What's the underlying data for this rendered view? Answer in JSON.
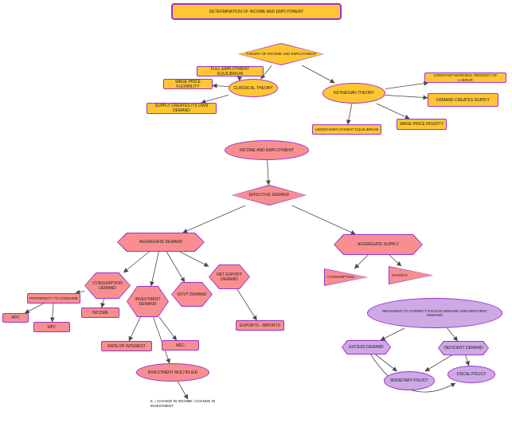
{
  "colors": {
    "orange": "#FFC533",
    "pink": "#F98E90",
    "purple": "#CDA9E6",
    "border": "#9932CC",
    "line": "#4A4A4A"
  },
  "nodes": {
    "title": {
      "label": "DETERMINATION OF INCOME AND EMPLYOMENT"
    },
    "theory": {
      "label": "THEORY OF INCOME AND EMPLOYMENT"
    },
    "full_employment_eq": {
      "label": "FULL EMPLOYMENT EQUILIBRIUM"
    },
    "classical_theory": {
      "label": "CLASSICAL THEORY"
    },
    "wage_price_flexibility": {
      "label": "WAGE PRICE FLEXIBILITY"
    },
    "supply_creates_own_demand": {
      "label": "SUPPLY CREATES ITS OWN DEMAND"
    },
    "keynesian_theory": {
      "label": "KEYNESIAN THEORY"
    },
    "constant_marginal_product": {
      "label": "CONSTANT MARGINAL PRODUCT OF LABOUR"
    },
    "demand_creates_supply": {
      "label": "DEMAND CREATES SUPPLY"
    },
    "wage_price_rigidity": {
      "label": "WAGE PRICE RIGIDITY"
    },
    "under_employment_eq": {
      "label": "UNDER-EMPLOYMENT EQUILIBRIUM"
    },
    "income_and_employment": {
      "label": "INCOME AND EMPLOYMENT"
    },
    "effective_demand": {
      "label": "EFFECTIVE DEMAND"
    },
    "aggregate_demand": {
      "label": "AGGREGATE DEMAND"
    },
    "aggregate_supply": {
      "label": "AGGREGATE SUPPLY"
    },
    "consumption": {
      "label": "CONSUMPTION"
    },
    "savings": {
      "label": "SAVINGS"
    },
    "consumption_demand": {
      "label": "CONSUMPTION DEMAND"
    },
    "investment_demand": {
      "label": "INVESTMENT DEMAND"
    },
    "govt_demand": {
      "label": "GOVT DEMAND"
    },
    "net_export_demand": {
      "label": "NET EXPORT DEMAND"
    },
    "propensity_to_consume": {
      "label": "PROPENSITY TO CONSUME"
    },
    "apc": {
      "label": "APC"
    },
    "mpc": {
      "label": "MPC"
    },
    "income": {
      "label": "INCOME"
    },
    "rate_of_interest": {
      "label": "RATE OF INTEREST"
    },
    "mec": {
      "label": "MEC"
    },
    "investment_multiplier": {
      "label": "INVESTMENT MULTIPLIER"
    },
    "k_formula": {
      "label": "K = CHANGE IN INCOME / CHANGE IN INVESTMENT"
    },
    "exports_imports": {
      "label": "EXPORTS - IMPORTS"
    },
    "measures": {
      "label": "MEASURES TO CORRECT EXCESS DEMAND AND DEFICIENT DEMAND"
    },
    "excess_demand": {
      "label": "EXCESS DEMAND"
    },
    "deficient_demand": {
      "label": "DEFICIENT DEMAND"
    },
    "monetary_policy": {
      "label": "MONETARY POLICY"
    },
    "fiscal_policy": {
      "label": "FISCAL POLICY"
    }
  },
  "edges": [
    {
      "from": "theory",
      "to": "classical_theory"
    },
    {
      "from": "theory",
      "to": "keynesian_theory"
    },
    {
      "from": "classical_theory",
      "to": "full_employment_eq"
    },
    {
      "from": "classical_theory",
      "to": "wage_price_flexibility"
    },
    {
      "from": "classical_theory",
      "to": "supply_creates_own_demand"
    },
    {
      "from": "keynesian_theory",
      "to": "constant_marginal_product"
    },
    {
      "from": "keynesian_theory",
      "to": "demand_creates_supply"
    },
    {
      "from": "keynesian_theory",
      "to": "wage_price_rigidity"
    },
    {
      "from": "keynesian_theory",
      "to": "under_employment_eq"
    },
    {
      "from": "income_and_employment",
      "to": "effective_demand"
    },
    {
      "from": "effective_demand",
      "to": "aggregate_demand"
    },
    {
      "from": "effective_demand",
      "to": "aggregate_supply"
    },
    {
      "from": "aggregate_demand",
      "to": "consumption_demand"
    },
    {
      "from": "aggregate_demand",
      "to": "investment_demand"
    },
    {
      "from": "aggregate_demand",
      "to": "govt_demand"
    },
    {
      "from": "aggregate_demand",
      "to": "net_export_demand"
    },
    {
      "from": "consumption_demand",
      "to": "propensity_to_consume"
    },
    {
      "from": "consumption_demand",
      "to": "income"
    },
    {
      "from": "propensity_to_consume",
      "to": "apc"
    },
    {
      "from": "propensity_to_consume",
      "to": "mpc"
    },
    {
      "from": "investment_demand",
      "to": "rate_of_interest"
    },
    {
      "from": "investment_demand",
      "to": "mec"
    },
    {
      "from": "investment_demand",
      "to": "investment_multiplier"
    },
    {
      "from": "investment_multiplier",
      "to": "k_formula"
    },
    {
      "from": "net_export_demand",
      "to": "exports_imports"
    },
    {
      "from": "aggregate_supply",
      "to": "consumption"
    },
    {
      "from": "aggregate_supply",
      "to": "savings"
    },
    {
      "from": "measures",
      "to": "excess_demand"
    },
    {
      "from": "measures",
      "to": "deficient_demand"
    },
    {
      "from": "excess_demand",
      "to": "monetary_policy"
    },
    {
      "from": "excess_demand",
      "to": "fiscal_policy",
      "bend": 64
    },
    {
      "from": "deficient_demand",
      "to": "monetary_policy"
    },
    {
      "from": "deficient_demand",
      "to": "fiscal_policy"
    }
  ]
}
